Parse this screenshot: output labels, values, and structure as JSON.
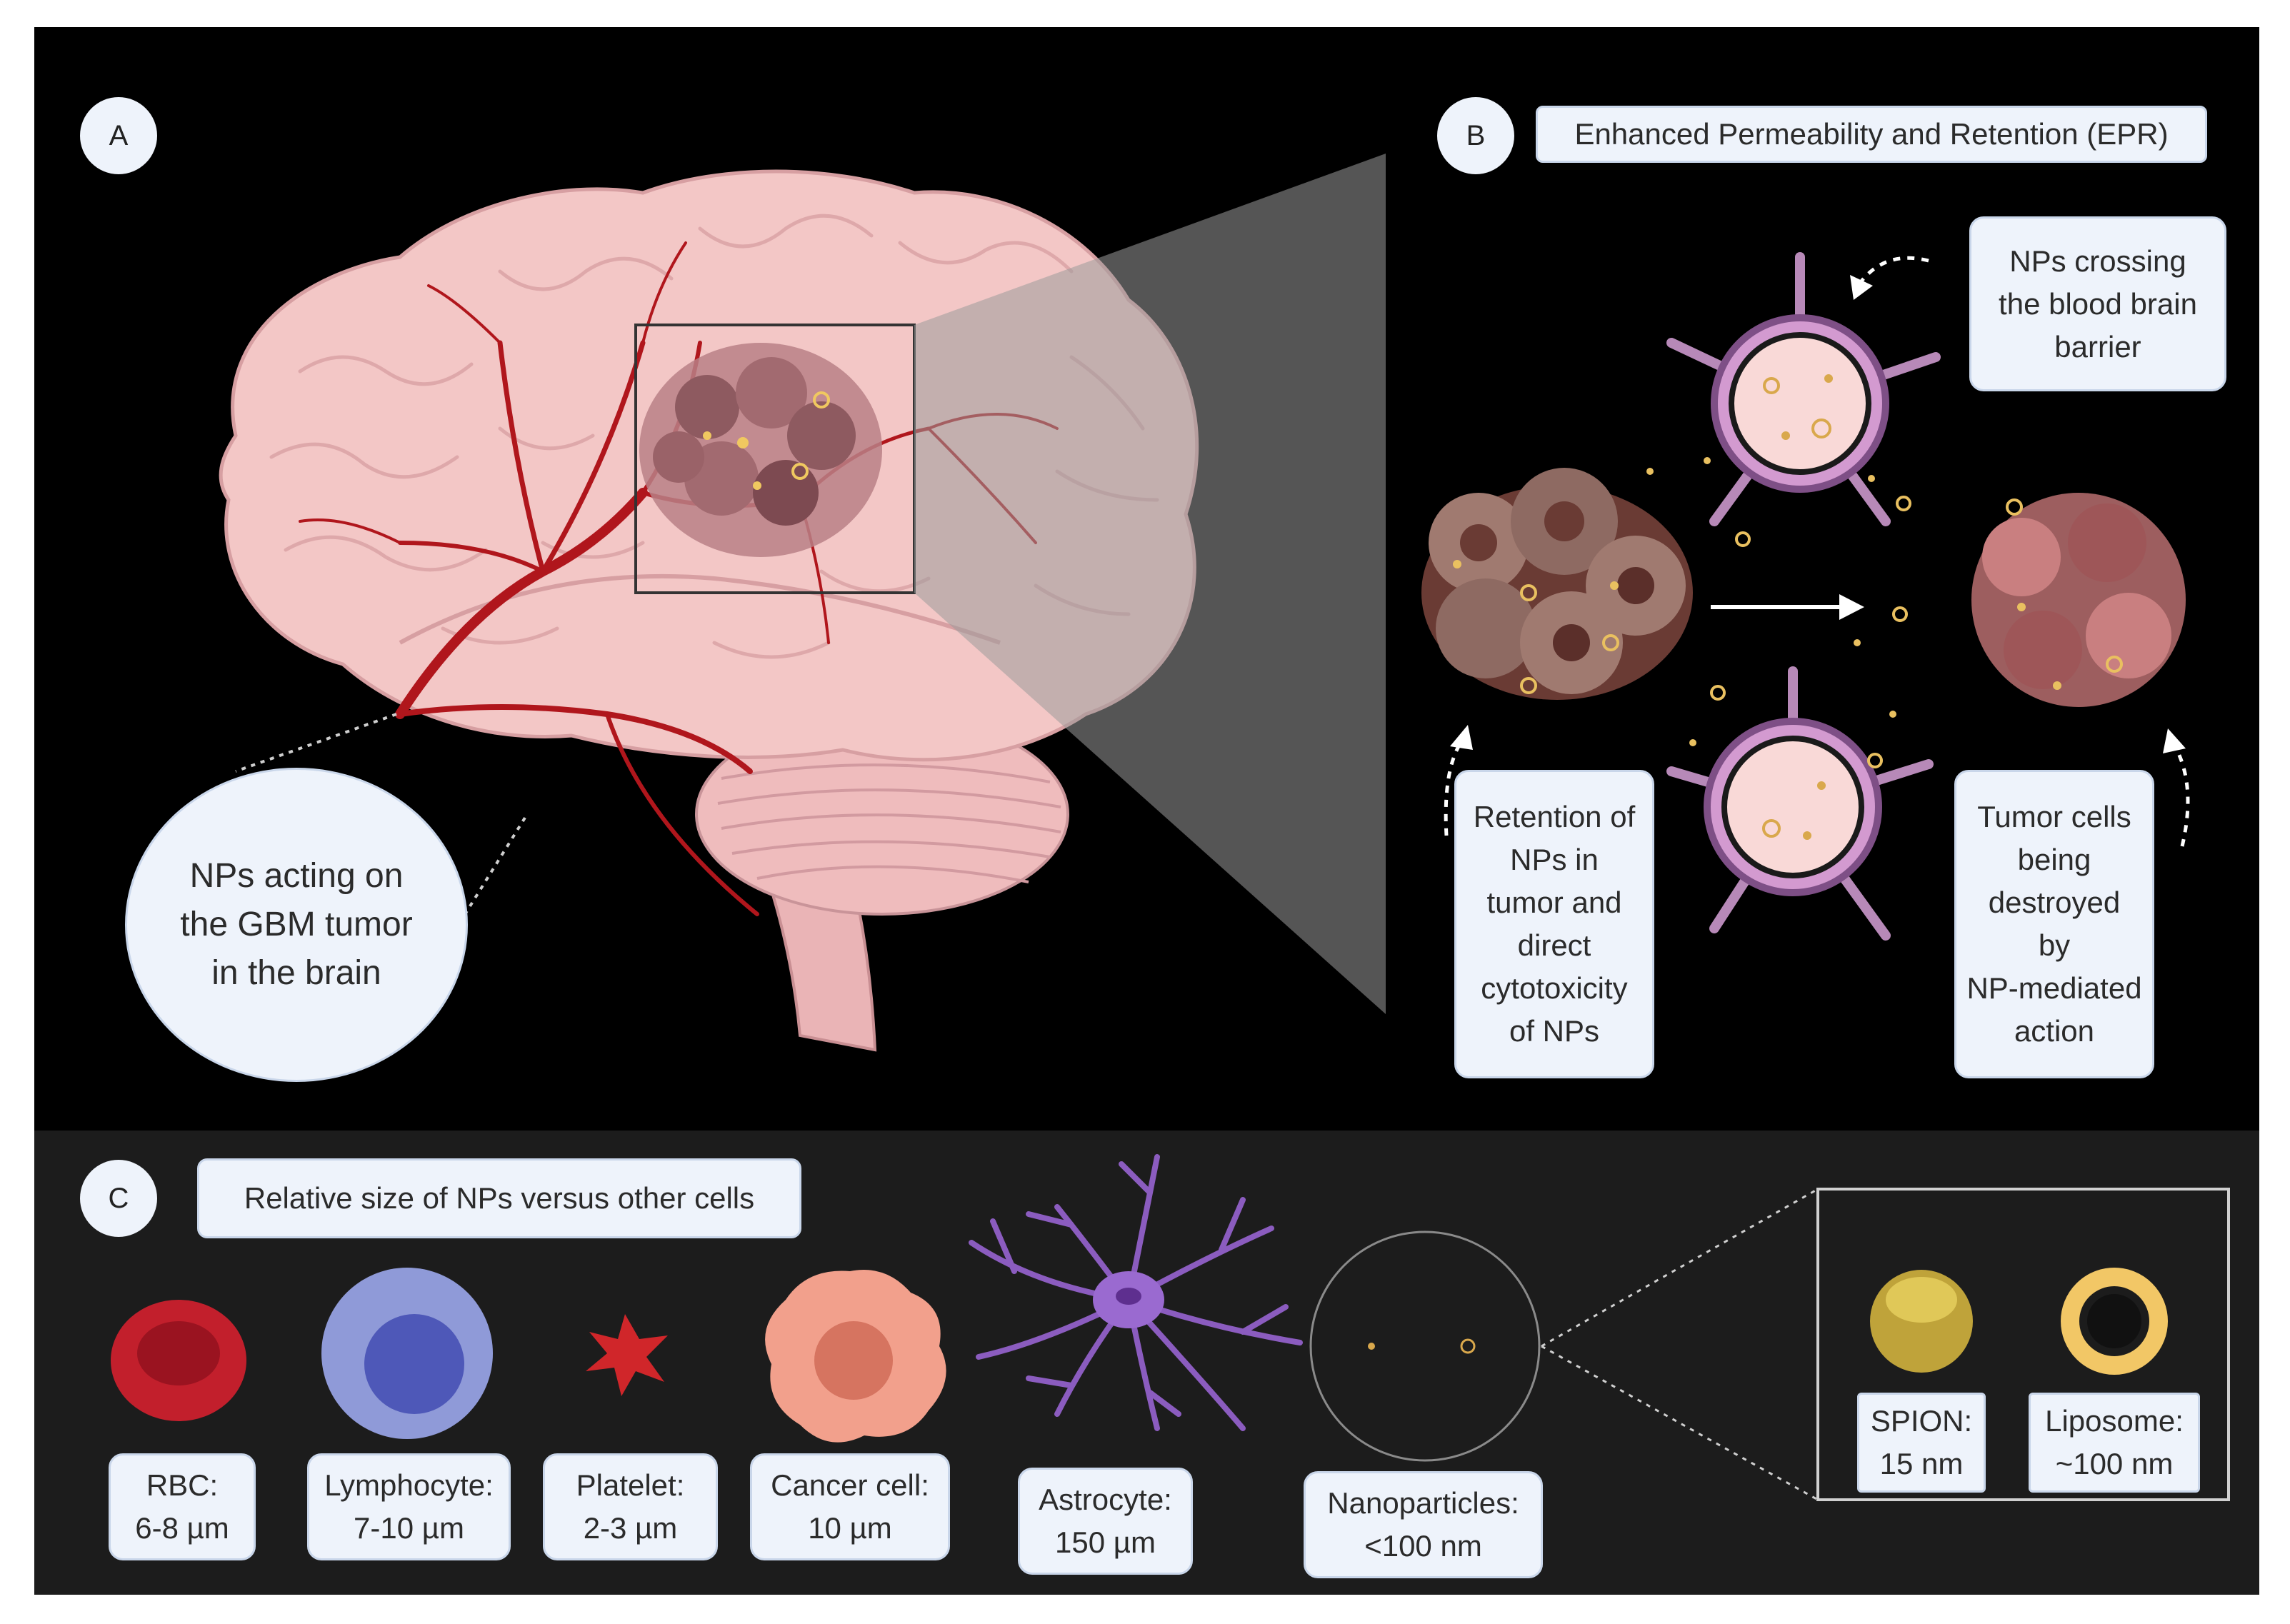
{
  "panels": {
    "a": {
      "badge": "A",
      "callout": "NPs acting on\nthe GBM tumor\nin the brain"
    },
    "b": {
      "badge": "B",
      "title": "Enhanced Permeability and Retention (EPR)",
      "labels": {
        "crossing": "NPs crossing\nthe blood brain\nbarrier",
        "retention": "Retention of\nNPs in\ntumor and\ndirect\ncytotoxicity\nof NPs",
        "destroyed": "Tumor cells\nbeing\ndestroyed\nby\nNP-mediated\naction"
      }
    },
    "c": {
      "badge": "C",
      "title": "Relative size of NPs versus other cells",
      "cells": [
        {
          "id": "rbc",
          "label": "RBC:\n6-8 µm"
        },
        {
          "id": "lymphocyte",
          "label": "Lymphocyte:\n7-10 µm"
        },
        {
          "id": "platelet",
          "label": "Platelet:\n2-3 µm"
        },
        {
          "id": "cancer",
          "label": "Cancer cell:\n10 µm"
        },
        {
          "id": "astrocyte",
          "label": "Astrocyte:\n150 µm"
        },
        {
          "id": "nanoparticles",
          "label": "Nanoparticles:\n<100 nm"
        }
      ],
      "inset": [
        {
          "id": "spion",
          "label": "SPION:\n15 nm"
        },
        {
          "id": "liposome",
          "label": "Liposome:\n~100 nm"
        }
      ]
    }
  },
  "colors": {
    "background": "#000000",
    "panel_c_background": "#1c1c1c",
    "label_fill": "#eef3fb",
    "vessel": "#b0161c",
    "brain": "#f2c4c4",
    "tumor": "#8e5a60"
  }
}
